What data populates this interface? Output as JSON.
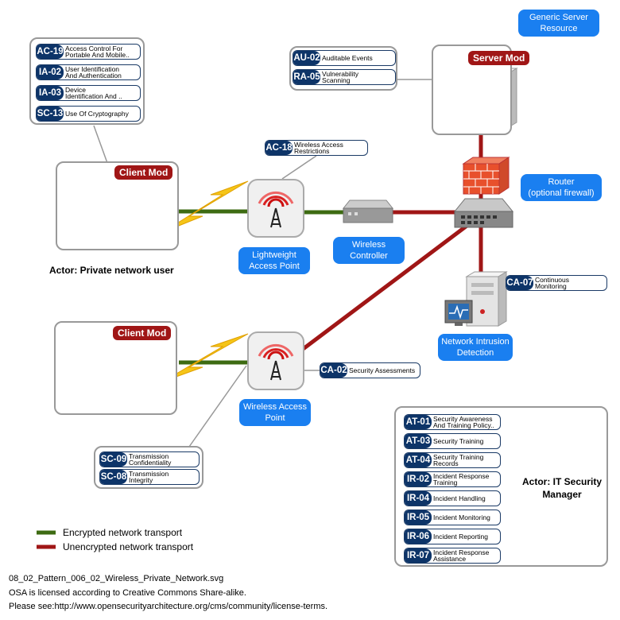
{
  "client_controls": [
    {
      "code": "AC-19",
      "desc": "Access Control For\nPortable And Mobile.."
    },
    {
      "code": "IA-02",
      "desc": "User Identification\nAnd Authentication"
    },
    {
      "code": "IA-03",
      "desc": "Device\nIdentification And .."
    },
    {
      "code": "SC-13",
      "desc": "Use Of Cryptography"
    }
  ],
  "server_controls": [
    {
      "code": "AU-02",
      "desc": "Auditable Events"
    },
    {
      "code": "RA-05",
      "desc": "Vulnerability\nScanning"
    }
  ],
  "transmission_controls": [
    {
      "code": "SC-09",
      "desc": "Transmission\nConfidentiality"
    },
    {
      "code": "SC-08",
      "desc": "Transmission\nIntegrity"
    }
  ],
  "security_manager_controls": [
    {
      "code": "AT-01",
      "desc": "Security Awareness\nAnd Training Policy.."
    },
    {
      "code": "AT-03",
      "desc": "Security Training"
    },
    {
      "code": "AT-04",
      "desc": "Security Training\nRecords"
    },
    {
      "code": "IR-02",
      "desc": "Incident Response\nTraining"
    },
    {
      "code": "IR-04",
      "desc": "Incident Handling"
    },
    {
      "code": "IR-05",
      "desc": "Incident Monitoring"
    },
    {
      "code": "IR-06",
      "desc": "Incident Reporting"
    },
    {
      "code": "IR-07",
      "desc": "Incident Response\nAssistance"
    }
  ],
  "ac18": {
    "code": "AC-18",
    "desc": "Wireless Access\nRestrictions"
  },
  "ca07": {
    "code": "CA-07",
    "desc": "Continuous\nMonitoring"
  },
  "ca02": {
    "code": "CA-02",
    "desc": "Security Assessments"
  },
  "labels": {
    "client_mod_1": "Client Mod",
    "client_mod_2": "Client Mod",
    "server_mod": "Server Mod",
    "generic_server": "Generic Server\nResource",
    "router": "Router\n(optional firewall)",
    "lightweight_ap": "Lightweight\nAccess Point",
    "wireless_controller": "Wireless\nController",
    "nids": "Network Intrusion\nDetection",
    "wireless_ap": "Wireless Access\nPoint",
    "actor_private": "Actor: Private network user",
    "actor_security": "Actor:  IT Security\nManager"
  },
  "legend": {
    "encrypted": "Encrypted network transport",
    "unencrypted": "Unencrypted network transport",
    "encrypted_color": "#3d6b12",
    "unencrypted_color": "#a01616"
  },
  "footer": {
    "line1": "08_02_Pattern_006_02_Wireless_Private_Network.svg",
    "line2": "OSA is licensed according to Creative Commons Share-alike.",
    "line3": "Please see:http://www.opensecurityarchitecture.org/cms/community/license-terms."
  }
}
